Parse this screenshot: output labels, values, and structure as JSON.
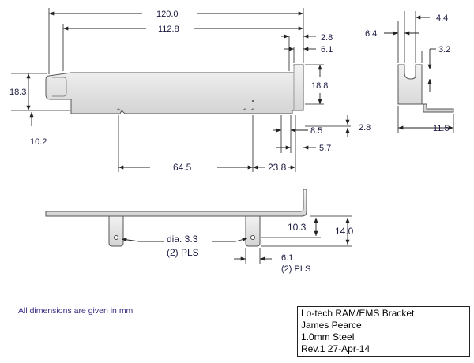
{
  "dimensions": {
    "overall_length": "120.0",
    "inner_length": "112.8",
    "left_height": "18.3",
    "left_offset": "10.2",
    "right_step": "18.8",
    "top_gap_a": "2.8",
    "top_gap_b": "6.1",
    "bottom_a": "8.5",
    "bottom_b": "5.7",
    "bottom_c": "2.8",
    "tab_spacing": "64.5",
    "tab_offset": "23.8",
    "side_width_a": "6.4",
    "side_width_b": "4.4",
    "side_slot": "3.2",
    "side_foot": "11.5",
    "tab_hole_height": "10.3",
    "total_height": "14.0",
    "tab_width": "6.1",
    "tab_width_note": "(2) PLS",
    "hole_dia": "dia. 3.3",
    "hole_note": "(2) PLS"
  },
  "note": "All dimensions are given in mm",
  "title_block": {
    "line1": "Lo-tech RAM/EMS Bracket",
    "line2": "James Pearce",
    "line3": "1.0mm Steel",
    "line4": "Rev.1 27-Apr-14"
  }
}
